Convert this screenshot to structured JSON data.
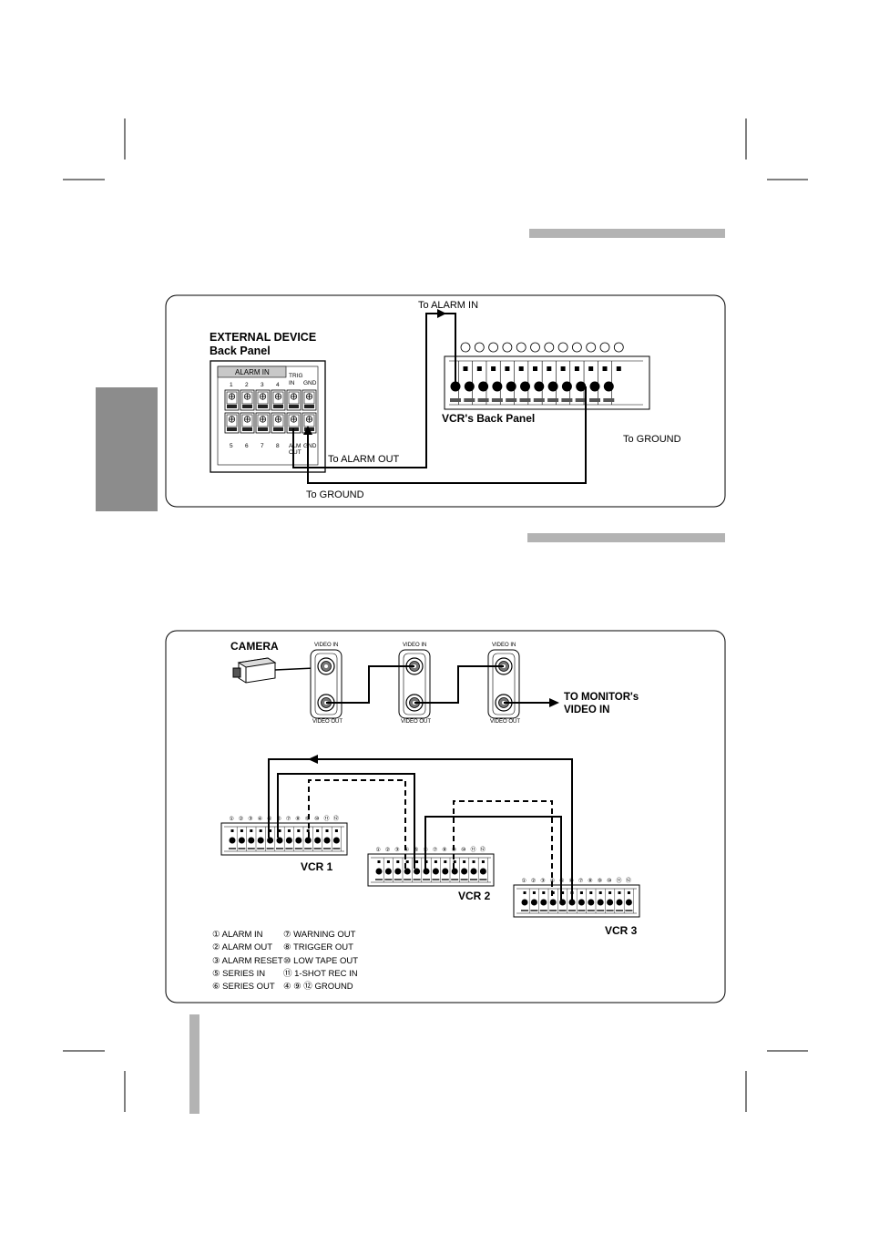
{
  "diagram1": {
    "to_alarm_in": "To ALARM IN",
    "external_device": "EXTERNAL DEVICE",
    "back_panel": "Back Panel",
    "alarm_in": "ALARM IN",
    "top_numbers": [
      "1",
      "2",
      "3",
      "4"
    ],
    "bottom_numbers": [
      "5",
      "6",
      "7",
      "8"
    ],
    "trig": "TRIG",
    "trig_in": "IN",
    "gnd": "GND",
    "alm": "ALM",
    "out": "OUT",
    "gnd2": "GND",
    "vcr_back_panel": "VCR's Back Panel",
    "to_ground_right": "To GROUND",
    "to_alarm_out": "To ALARM OUT",
    "to_ground_bottom": "To GROUND"
  },
  "diagram2": {
    "camera": "CAMERA",
    "video_in": "VIDEO IN",
    "video_out": "VIDEO OUT",
    "to_monitor_line1": "TO MONITOR's",
    "to_monitor_line2": "VIDEO IN",
    "terminal_numbers": [
      "①",
      "②",
      "③",
      "④",
      "⑤",
      "⑥",
      "⑦",
      "⑧",
      "⑨",
      "⑩",
      "⑪",
      "⑫"
    ],
    "vcr1": "VCR 1",
    "vcr2": "VCR 2",
    "vcr3": "VCR 3",
    "legend_left": [
      "① ALARM IN",
      "② ALARM OUT",
      "③ ALARM RESET",
      "⑤ SERIES IN",
      "⑥ SERIES OUT"
    ],
    "legend_right": [
      "⑦ WARNING OUT",
      "⑧ TRIGGER OUT",
      "⑩ LOW TAPE OUT",
      "⑪ 1-SHOT REC IN",
      "④ ⑨ ⑫ GROUND"
    ]
  }
}
